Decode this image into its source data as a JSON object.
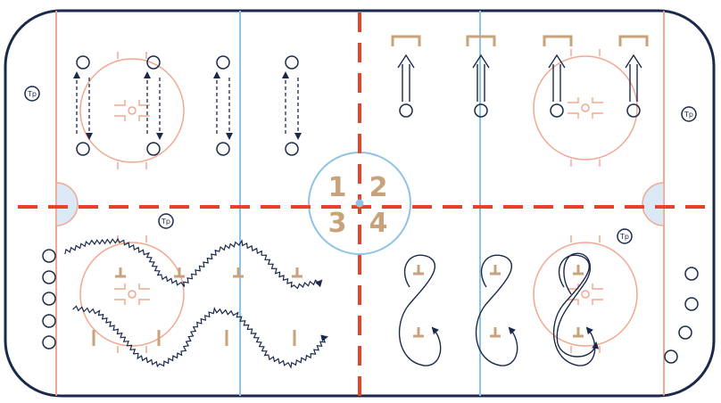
{
  "diagram": {
    "zones": [
      {
        "label": "1"
      },
      {
        "label": "2"
      },
      {
        "label": "3"
      },
      {
        "label": "4"
      }
    ],
    "coach_marker": "Tp",
    "coach_count": 4,
    "colors": {
      "board": "#1b2a4a",
      "red_line": "#e8432a",
      "blue_line": "#8ec3e6",
      "circle": "#f2a78f",
      "pylon": "#c8a27a",
      "crease": "#dbe9f7"
    }
  }
}
